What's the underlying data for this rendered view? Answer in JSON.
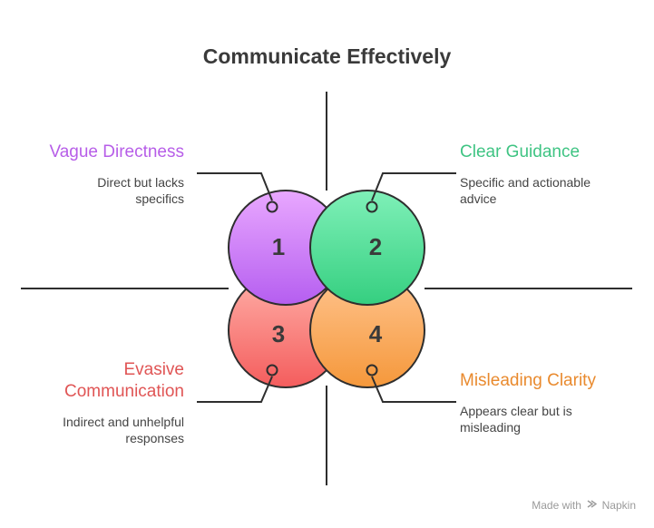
{
  "title": "Communicate Effectively",
  "quadrants": [
    {
      "number": "1",
      "title": "Vague Directness",
      "description": "Direct but lacks specifics",
      "color": "#b75ee8",
      "fill_top": "#e9a8ff",
      "fill_bottom": "#b55ef0"
    },
    {
      "number": "2",
      "title": "Clear Guidance",
      "description": "Specific and actionable advice",
      "color": "#3fc483",
      "fill_top": "#7ff0b8",
      "fill_bottom": "#35cf80"
    },
    {
      "number": "3",
      "title": "Evasive Communication",
      "description": "Indirect and unhelpful responses",
      "color": "#e05555",
      "fill_top": "#ffb0a8",
      "fill_bottom": "#f45d5d"
    },
    {
      "number": "4",
      "title": "Misleading Clarity",
      "description": "Appears clear but is misleading",
      "color": "#e98a2e",
      "fill_top": "#ffc48f",
      "fill_bottom": "#f5983b"
    }
  ],
  "footer": {
    "made_with": "Made with",
    "brand": "Napkin"
  }
}
